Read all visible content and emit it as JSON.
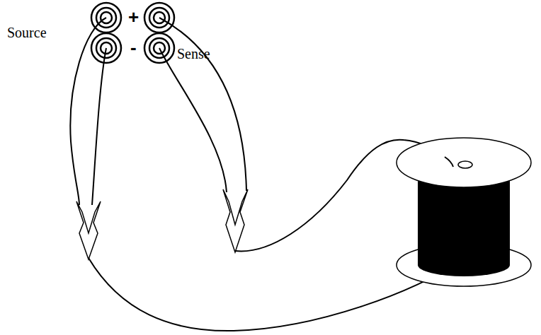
{
  "diagram": {
    "labels": [
      "Source",
      "+",
      "-",
      "Sense"
    ]
  }
}
